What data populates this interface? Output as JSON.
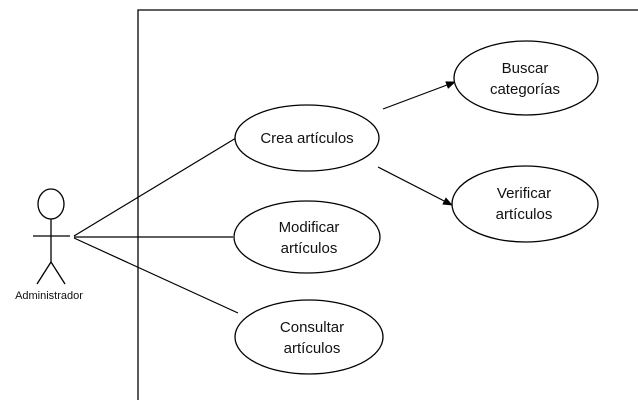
{
  "actor": {
    "label": "Administrador"
  },
  "use_cases": {
    "crea": {
      "lines": [
        "Crea artículos"
      ]
    },
    "modificar": {
      "lines": [
        "Modificar",
        "artículos"
      ]
    },
    "consultar": {
      "lines": [
        "Consultar",
        "artículos"
      ]
    },
    "buscar": {
      "lines": [
        "Buscar",
        "categorías"
      ]
    },
    "verificar": {
      "lines": [
        "Verificar",
        "artículos"
      ]
    }
  },
  "colors": {
    "stroke": "#000000",
    "background": "#ffffff",
    "text": "#111111"
  }
}
